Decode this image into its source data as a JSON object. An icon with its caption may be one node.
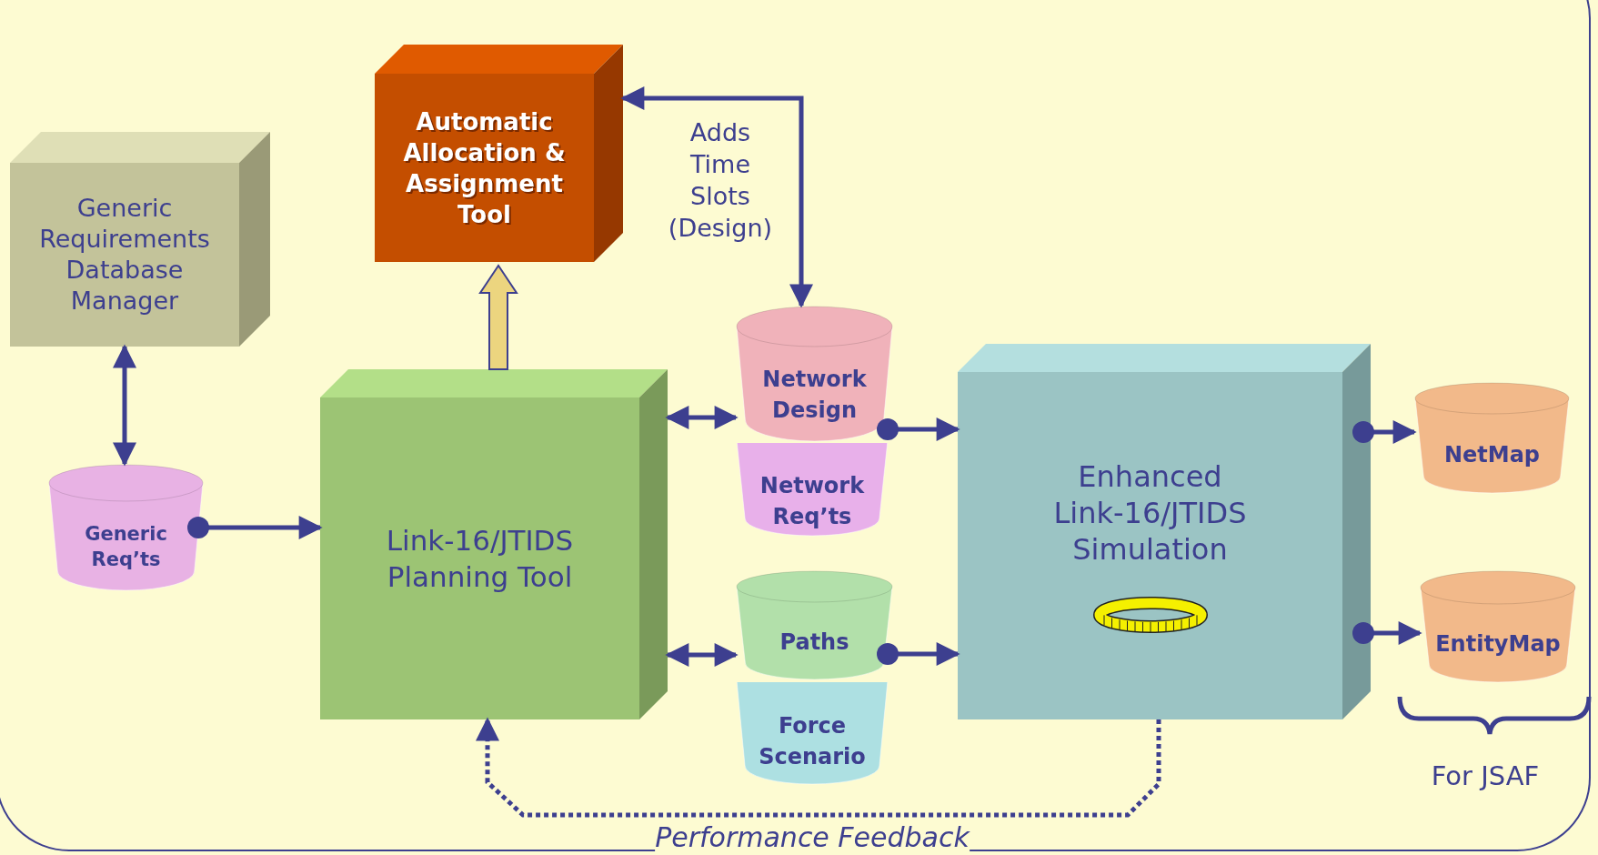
{
  "diagram": {
    "nodes": [
      {
        "text": [
          "Generic Requirements Database Manager"
        ]
      },
      {
        "text": [
          "Automatic Allocation & Assignment Tool"
        ]
      },
      {
        "text": [
          "Generic Req’ts"
        ]
      },
      {
        "text": [
          "Link-16/JTIDS Planning Tool"
        ]
      },
      {
        "text": [
          "Network Design"
        ]
      },
      {
        "text": [
          "Network Req’ts"
        ]
      },
      {
        "text": [
          "Paths"
        ]
      },
      {
        "text": [
          "Force Scenario"
        ]
      },
      {
        "text": [
          "Enhanced Link-16/JTIDS Simulation"
        ]
      },
      {
        "text": [
          "NetMap"
        ]
      },
      {
        "text": [
          "EntityMap"
        ]
      }
    ],
    "edges": [
      {
        "from": 0,
        "to": 2,
        "arrow": "both"
      },
      {
        "from": 2,
        "to": 3,
        "arrow": "to"
      },
      {
        "from": 3,
        "to": 1,
        "arrow": "to",
        "style": "thick",
        "color": "#ecd57f"
      },
      {
        "from": 4,
        "to": 1,
        "arrow": "both",
        "label": "Adds Time Slots (Design)"
      },
      {
        "from": 3,
        "to": 4,
        "arrow": "both"
      },
      {
        "from": 4,
        "to": 8,
        "arrow": "to"
      },
      {
        "from": 3,
        "to": 6,
        "arrow": "both"
      },
      {
        "from": 6,
        "to": 8,
        "arrow": "to"
      },
      {
        "from": 8,
        "to": 9,
        "arrow": "to"
      },
      {
        "from": 8,
        "to": 10,
        "arrow": "to"
      },
      {
        "from": 8,
        "to": 3,
        "arrow": "to",
        "style": "dashed",
        "label": "Performance Feedback"
      }
    ],
    "labels": [
      "For JSAF"
    ]
  }
}
